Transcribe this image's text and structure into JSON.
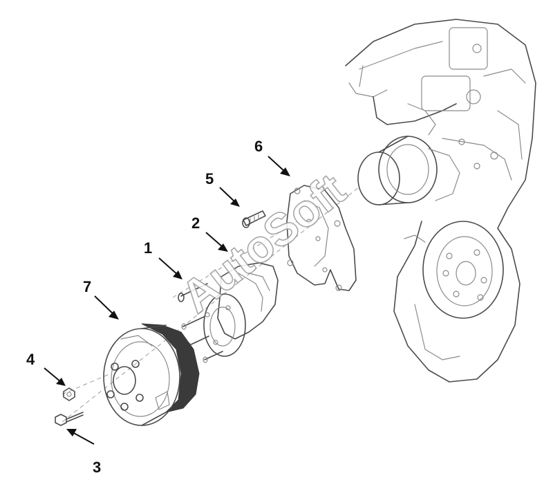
{
  "callouts": [
    {
      "label": "1"
    },
    {
      "label": "2"
    },
    {
      "label": "3"
    },
    {
      "label": "4"
    },
    {
      "label": "5"
    },
    {
      "label": "6"
    },
    {
      "label": "7"
    }
  ],
  "watermark": {
    "text": "AutoSoft"
  },
  "colors": {
    "line": "#4a4a4a",
    "light_line": "#8a8a8a",
    "belt": "#3a3a3a",
    "text": "#111111",
    "background": "#ffffff"
  }
}
